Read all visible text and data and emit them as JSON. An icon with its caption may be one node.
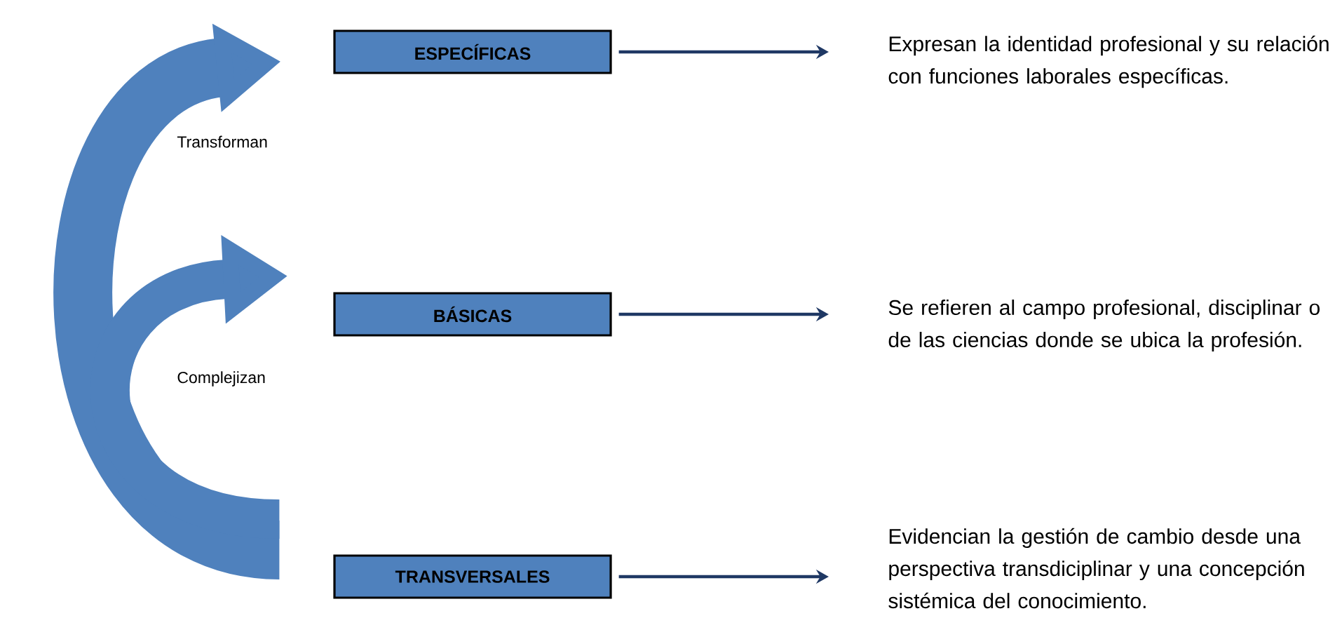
{
  "diagram": {
    "nodes": [
      {
        "text": [
          "ESPECÍFICAS"
        ]
      },
      {
        "text": [
          "Expresan la identidad profesional y su relación con funciones laborales específicas."
        ]
      },
      {
        "text": [
          "BÁSICAS"
        ]
      },
      {
        "text": [
          "Se refieren al campo profesional, disciplinar o de las ciencias donde se ubica la profesión."
        ]
      },
      {
        "text": [
          "TRANSVERSALES"
        ]
      },
      {
        "text": [
          "Evidencian la gestión de cambio desde una perspectiva transdiciplinar y una concepción sistémica del conocimiento."
        ]
      }
    ],
    "edges": [
      {
        "from": 0,
        "to": 1,
        "arrow": "to"
      },
      {
        "from": 2,
        "to": 3,
        "arrow": "to"
      },
      {
        "from": 4,
        "to": 5,
        "arrow": "to"
      },
      {
        "from": 4,
        "to": 0,
        "arrow": "to",
        "label": "Transforman",
        "style": "thick",
        "color": "#4f81bd"
      },
      {
        "from": 4,
        "to": 2,
        "arrow": "to",
        "label": "Complejizan",
        "style": "thick",
        "color": "#4f81bd"
      }
    ]
  }
}
